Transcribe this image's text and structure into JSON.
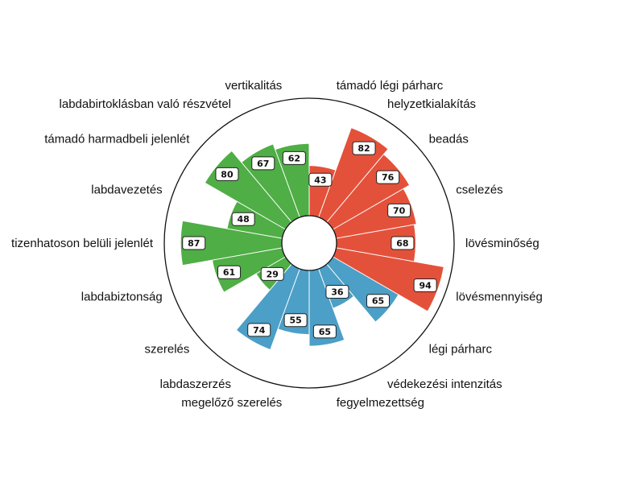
{
  "chart_data": {
    "type": "polar-bar",
    "ylim": [
      0,
      100
    ],
    "colors": {
      "red": "#e4513a",
      "blue": "#4c9fc6",
      "green": "#4fae45"
    },
    "categories": [
      {
        "label": "támadó légi párharc",
        "value": 43,
        "color": "red"
      },
      {
        "label": "helyzetkialakítás",
        "value": 82,
        "color": "red"
      },
      {
        "label": "beadás",
        "value": 76,
        "color": "red"
      },
      {
        "label": "cselezés",
        "value": 70,
        "color": "red"
      },
      {
        "label": "lövésminőség",
        "value": 68,
        "color": "red"
      },
      {
        "label": "lövésmennyiség",
        "value": 94,
        "color": "red"
      },
      {
        "label": "légi párharc",
        "value": 65,
        "color": "blue"
      },
      {
        "label": "védekezési intenzitás",
        "value": 36,
        "color": "blue"
      },
      {
        "label": "fegyelmezettség",
        "value": 65,
        "color": "blue"
      },
      {
        "label": "megelőző szerelés",
        "value": 55,
        "color": "blue"
      },
      {
        "label": "labdaszerzés",
        "value": 74,
        "color": "blue"
      },
      {
        "label": "szerelés",
        "value": 29,
        "color": "green"
      },
      {
        "label": "labdabiztonság",
        "value": 61,
        "color": "green"
      },
      {
        "label": "tizenhatoson belüli jelenlét",
        "value": 87,
        "color": "green"
      },
      {
        "label": "labdavezetés",
        "value": 48,
        "color": "green"
      },
      {
        "label": "támadó harmadbeli jelenlét",
        "value": 80,
        "color": "green"
      },
      {
        "label": "labdabirtoklásban való részvétel",
        "value": 67,
        "color": "green"
      },
      {
        "label": "vertikalitás",
        "value": 62,
        "color": "green"
      }
    ]
  }
}
